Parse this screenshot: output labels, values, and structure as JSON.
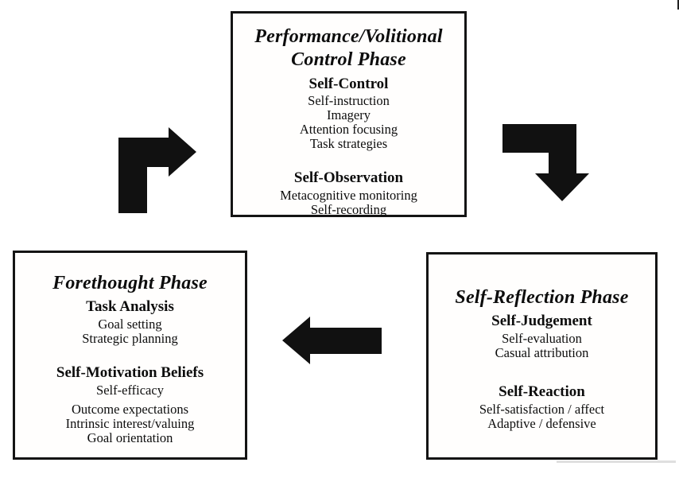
{
  "diagram": {
    "background_color": "#ffffff",
    "ink_color": "#111111",
    "boxes": {
      "performance": {
        "title": "Performance/Volitional Control Phase",
        "sections": [
          {
            "heading": "Self-Control",
            "items": [
              "Self-instruction",
              "Imagery",
              "Attention focusing",
              "Task strategies"
            ]
          },
          {
            "heading": "Self-Observation",
            "items": [
              "Metacognitive monitoring",
              "Self-recording"
            ]
          }
        ]
      },
      "forethought": {
        "title": "Forethought Phase",
        "sections": [
          {
            "heading": "Task Analysis",
            "items": [
              "Goal setting",
              "Strategic planning"
            ]
          },
          {
            "heading": "Self-Motivation Beliefs",
            "items": [
              "Self-efficacy",
              "Outcome expectations",
              "Intrinsic interest/valuing",
              "Goal orientation"
            ]
          }
        ]
      },
      "reflection": {
        "title": "Self-Reflection Phase",
        "sections": [
          {
            "heading": "Self-Judgement",
            "items": [
              "Self-evaluation",
              "Casual attribution"
            ]
          },
          {
            "heading": "Self-Reaction",
            "items": [
              "Self-satisfaction / affect",
              "Adaptive / defensive"
            ]
          }
        ]
      }
    },
    "arrows": [
      {
        "name": "elbow-arrow-up-right"
      },
      {
        "name": "elbow-arrow-down"
      },
      {
        "name": "straight-arrow-left"
      }
    ]
  }
}
